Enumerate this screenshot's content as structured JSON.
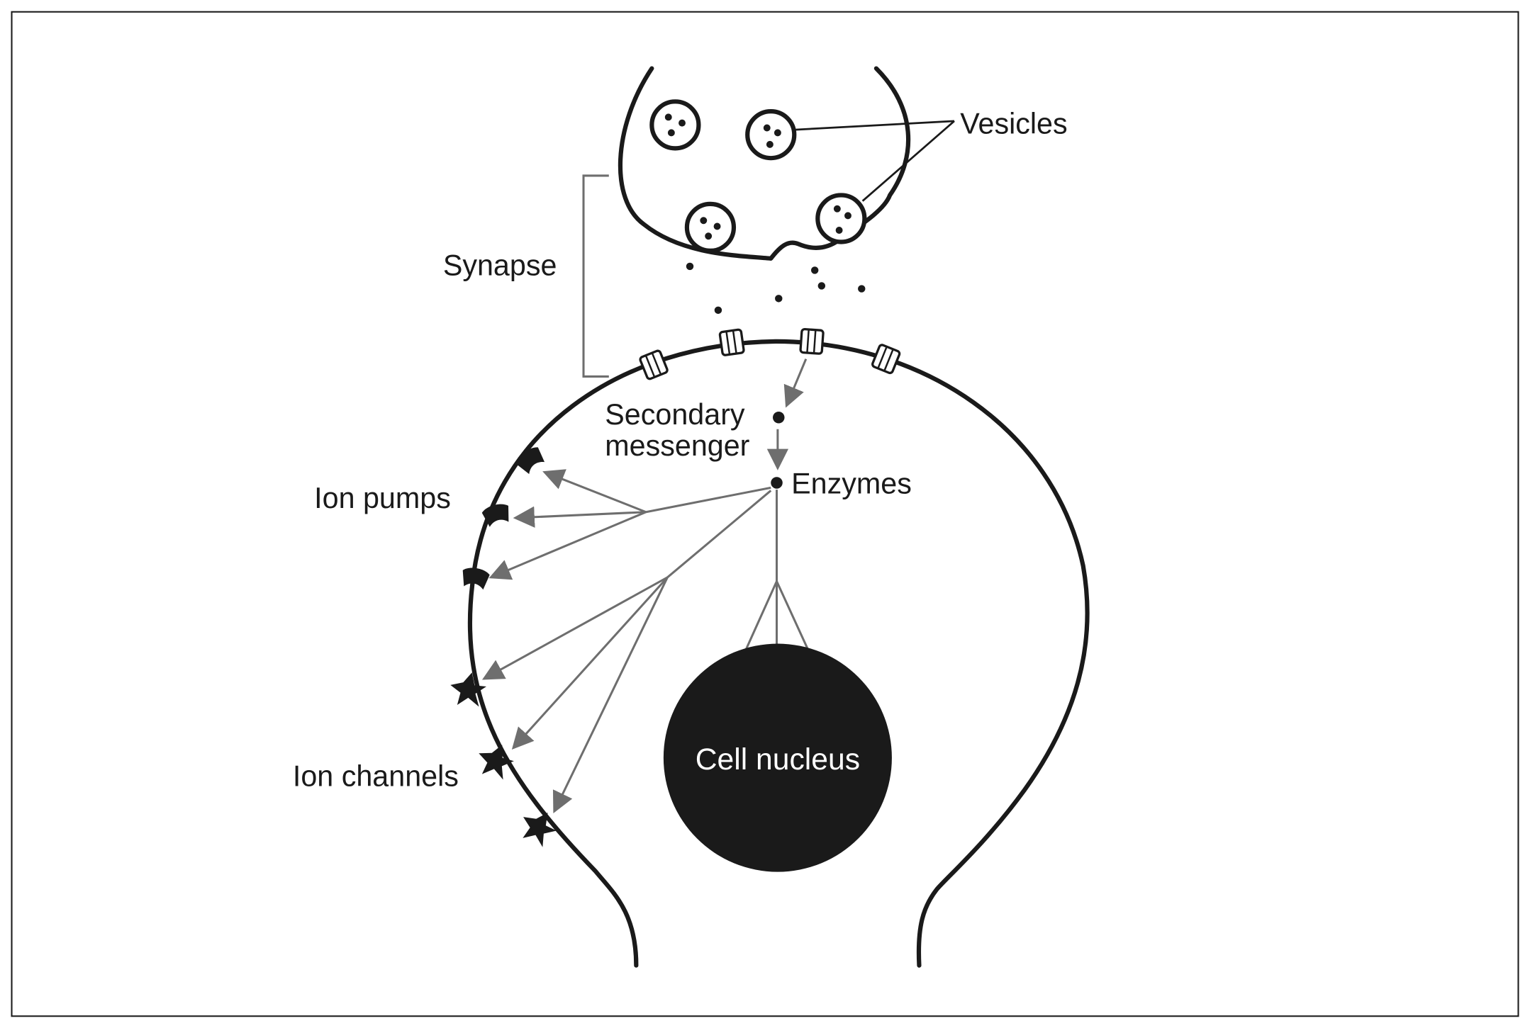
{
  "labels": {
    "vesicles": "Vesicles",
    "synapse": "Synapse",
    "secondary_messenger_line1": "Secondary",
    "secondary_messenger_line2": "messenger",
    "enzymes": "Enzymes",
    "ion_pumps": "Ion pumps",
    "ion_channels": "Ion channels",
    "cell_nucleus": "Cell nucleus"
  },
  "colors": {
    "outline": "#1a1a1a",
    "arrow": "#6e6e6e",
    "nucleus_fill": "#1a1a1a",
    "nucleus_text": "#ffffff",
    "background": "#ffffff"
  }
}
